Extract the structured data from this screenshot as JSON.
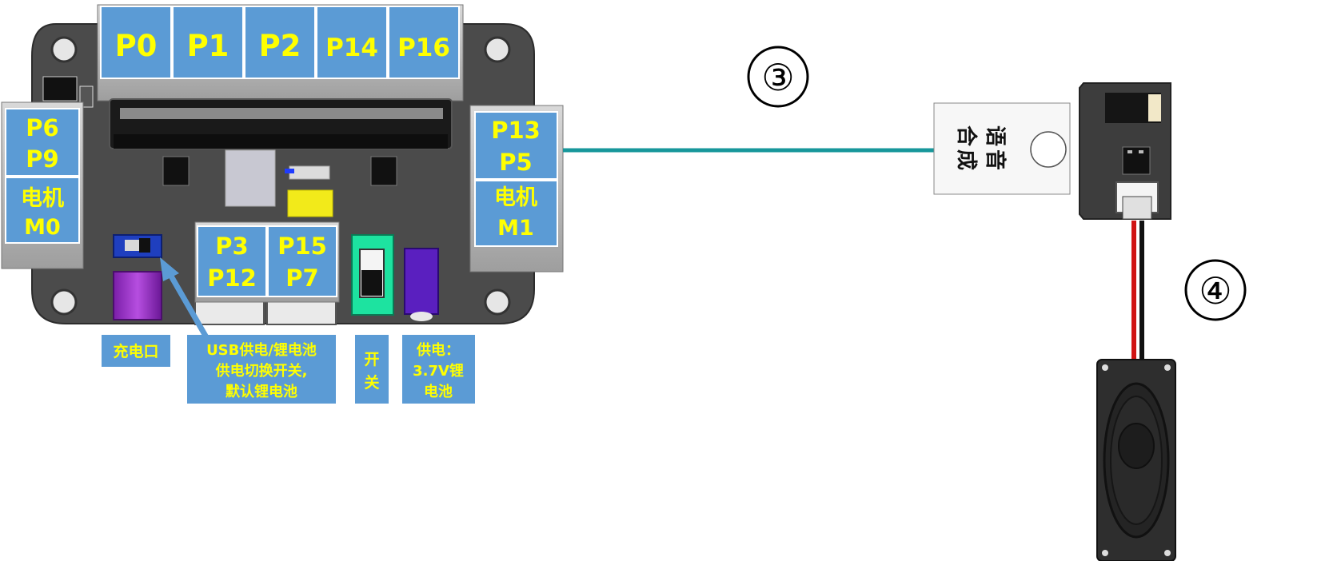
{
  "board": {
    "top_ports": [
      "P0",
      "P1",
      "P2",
      "P14",
      "P16"
    ],
    "left_port": {
      "line1": "P6",
      "line2": "P9",
      "motor1": "电机",
      "motor2": "M0"
    },
    "right_port": {
      "line1": "P13",
      "line2": "P5",
      "motor1": "电机",
      "motor2": "M1"
    },
    "bottom_ports": [
      {
        "line1": "P3",
        "line2": "P12"
      },
      {
        "line1": "P15",
        "line2": "P7"
      }
    ]
  },
  "captions": {
    "charge": "充电口",
    "usb_switch": [
      "USB供电/锂电池",
      "供电切换开关,",
      "默认锂电池"
    ],
    "power_switch": [
      "开",
      "关"
    ],
    "battery": [
      "供电：",
      "3.7V锂",
      "电池"
    ]
  },
  "markers": {
    "cable": "③",
    "speaker": "④"
  },
  "module": {
    "label": [
      "语",
      "音",
      "合",
      "成"
    ]
  },
  "colors": {
    "label_bg": "#5b9bd5",
    "label_text": "#ffff00",
    "board": "#4d4d4d",
    "cable": "#17979b"
  }
}
